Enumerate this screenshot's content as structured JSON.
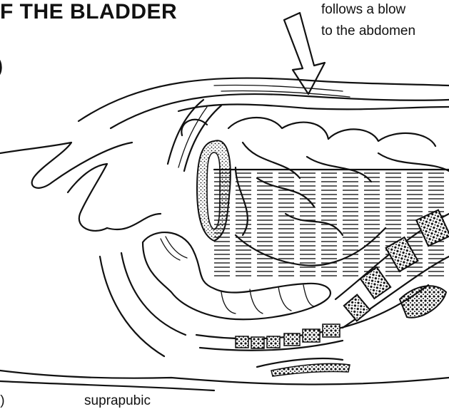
{
  "title": "F THE BLADDER",
  "caption": {
    "line1": "follows a blow",
    "line2": "to the abdomen"
  },
  "left_fragment": ")",
  "bottom_fragment": "suprapubic",
  "bottom_left_fragment": "’)"
}
